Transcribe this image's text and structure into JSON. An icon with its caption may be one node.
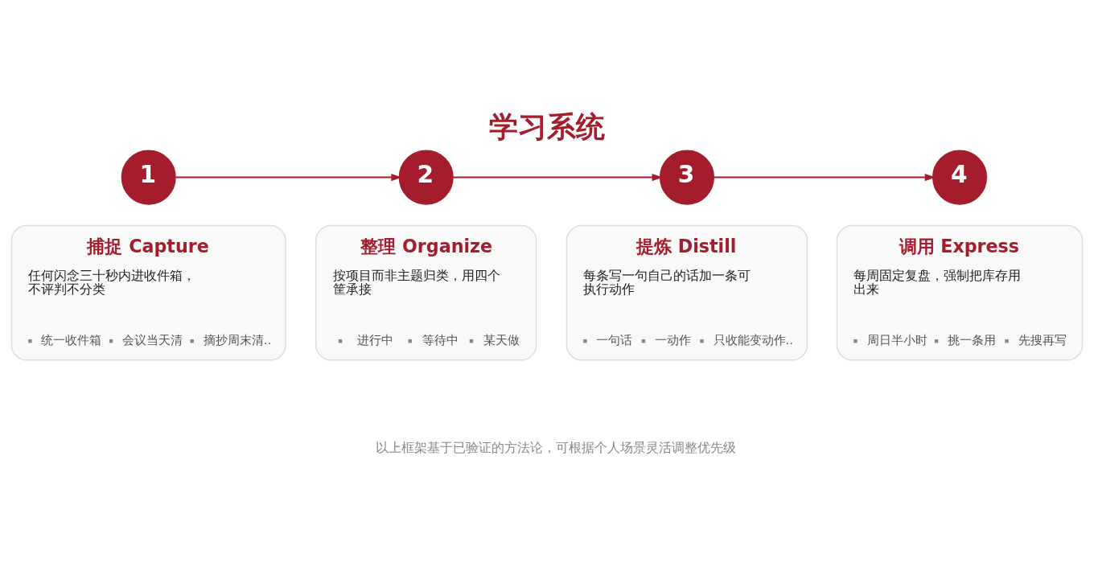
{
  "diagram": {
    "title": "学习系统",
    "caption": "以上框架基于已验证的方法论，可根据个人场景灵活调整优先级",
    "nodes": [
      {
        "text": [
          "1"
        ]
      },
      {
        "text": [
          "捕捉 Capture",
          "任何闪念三十秒内进收件箱，不评判不分类",
          "统一收件箱",
          "会议当天清",
          "摘抄周末清.."
        ]
      },
      {
        "text": [
          "2"
        ]
      },
      {
        "text": [
          "整理 Organize",
          "按项目而非主题归类，用四个筐承接",
          "进行中",
          "等待中",
          "某天做"
        ]
      },
      {
        "text": [
          "3"
        ]
      },
      {
        "text": [
          "提炼 Distill",
          "每条写一句自己的话加一条可执行动作",
          "一句话",
          "一动作",
          "只收能变动作.."
        ]
      },
      {
        "text": [
          "4"
        ]
      },
      {
        "text": [
          "调用 Express",
          "每周固定复盘，强制把库存用出来",
          "周日半小时",
          "挑一条用",
          "先搜再写"
        ]
      }
    ],
    "edges": [
      {
        "from": 0,
        "to": 2,
        "arrow": "to"
      },
      {
        "from": 2,
        "to": 4,
        "arrow": "to"
      },
      {
        "from": 4,
        "to": 6,
        "arrow": "to"
      }
    ]
  }
}
